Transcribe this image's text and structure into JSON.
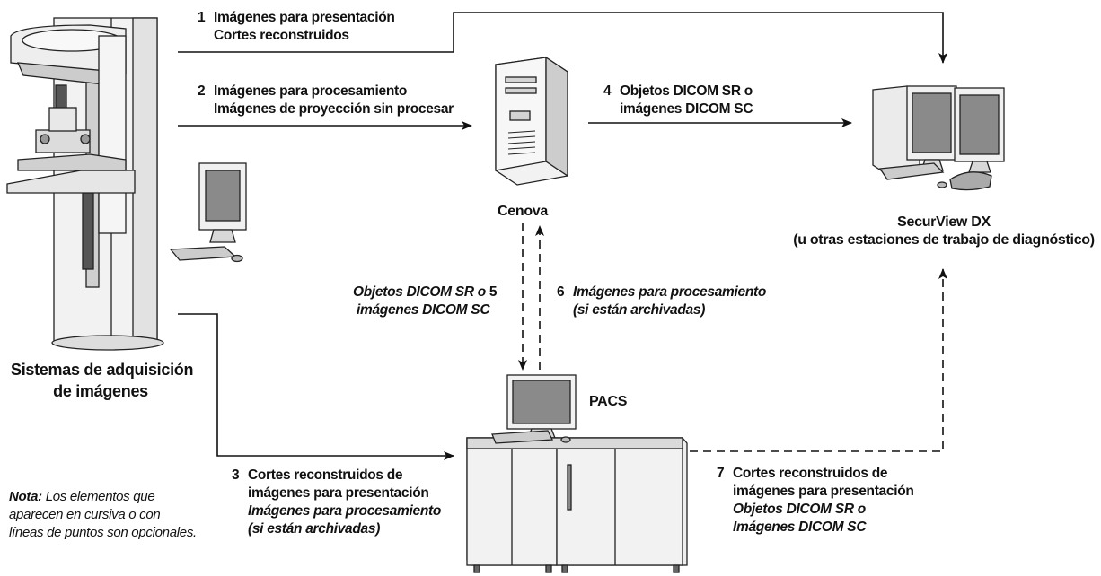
{
  "nodes": {
    "acquisition": {
      "label_1": "Sistemas de adquisición",
      "label_2": "de imágenes"
    },
    "cenova": {
      "label": "Cenova"
    },
    "securview": {
      "label_1": "SecurView DX",
      "label_2": "(u otras estaciones de trabajo de diagnóstico)"
    },
    "pacs": {
      "label": "PACS"
    }
  },
  "flows": {
    "f1": {
      "num": "1",
      "line_1": "Imágenes para presentación",
      "line_2": "Cortes reconstruidos"
    },
    "f2": {
      "num": "2",
      "line_1": "Imágenes para procesamiento",
      "line_2": "Imágenes de proyección sin procesar"
    },
    "f3": {
      "num": "3",
      "line_1": "Cortes reconstruidos de",
      "line_2": "imágenes para presentación",
      "line_3": "Imágenes para procesamiento",
      "line_4": "(si están archivadas)"
    },
    "f4": {
      "num": "4",
      "line_1": "Objetos DICOM SR o",
      "line_2": "imágenes DICOM SC"
    },
    "f5": {
      "num": "5",
      "line_1": "Objetos DICOM SR o",
      "line_2": "imágenes DICOM SC"
    },
    "f6": {
      "num": "6",
      "line_1": "Imágenes para procesamiento",
      "line_2": "(si están archivadas)"
    },
    "f7": {
      "num": "7",
      "line_1": "Cortes reconstruidos de",
      "line_2": "imágenes para presentación",
      "line_3": "Objetos DICOM SR o",
      "line_4": "Imágenes DICOM SC"
    }
  },
  "note": {
    "prefix": "Nota:",
    "line_1": "Los elementos que",
    "line_2": "aparecen en cursiva o con",
    "line_3": "líneas de puntos son opcionales."
  },
  "colors": {
    "line": "#111111",
    "device_fill": "#f2f2f2",
    "device_shade": "#bdbdbd",
    "screen": "#8a8a8a"
  }
}
